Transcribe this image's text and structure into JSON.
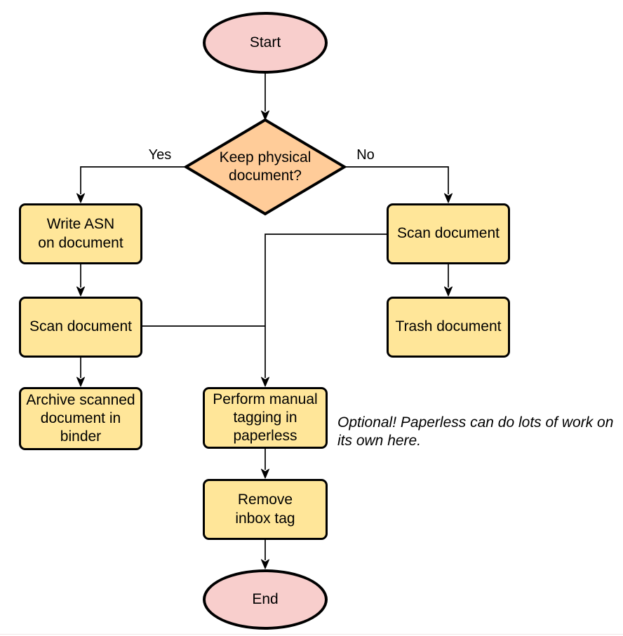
{
  "diagram": {
    "type": "flowchart",
    "colors": {
      "terminal_fill": "#f8cecc",
      "decision_fill": "#ffcc99",
      "process_fill": "#ffe699",
      "stroke": "#000000",
      "background": "#ffffff"
    },
    "nodes": {
      "start": {
        "label": "Start",
        "shape": "ellipse"
      },
      "decision": {
        "label": "Keep physical\ndocument?",
        "shape": "diamond"
      },
      "write_asn": {
        "label": "Write ASN\non document",
        "shape": "rounded-rect"
      },
      "scan_left": {
        "label": "Scan document",
        "shape": "rounded-rect"
      },
      "archive": {
        "label": "Archive scanned\ndocument in\nbinder",
        "shape": "rounded-rect"
      },
      "scan_right": {
        "label": "Scan document",
        "shape": "rounded-rect"
      },
      "trash": {
        "label": "Trash document",
        "shape": "rounded-rect"
      },
      "tagging": {
        "label": "Perform manual\ntagging in\npaperless",
        "shape": "rounded-rect"
      },
      "remove_inbox": {
        "label": "Remove\ninbox tag",
        "shape": "rounded-rect"
      },
      "end": {
        "label": "End",
        "shape": "ellipse"
      }
    },
    "edge_labels": {
      "yes": "Yes",
      "no": "No"
    },
    "note": "Optional! Paperless can do lots of work on\nits own here."
  }
}
